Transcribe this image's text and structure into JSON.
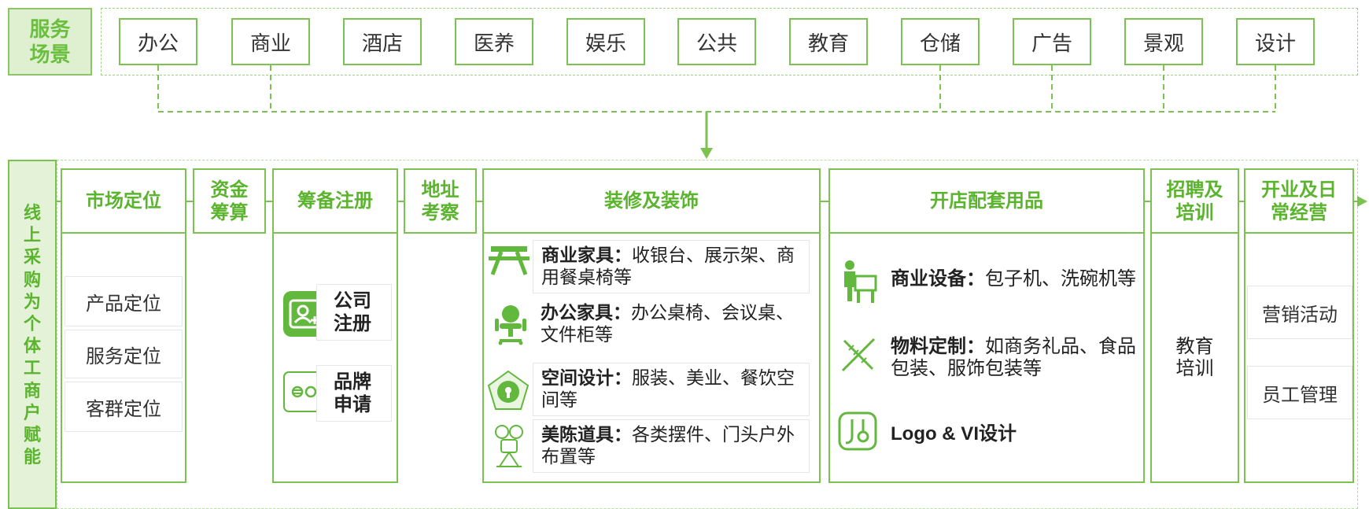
{
  "scenes": {
    "label": "服务场景",
    "items": [
      "办公",
      "商业",
      "酒店",
      "医养",
      "娱乐",
      "公共",
      "教育",
      "仓储",
      "广告",
      "景观",
      "设计"
    ]
  },
  "side_label": "线上采购为个体工商户赋能",
  "steps": {
    "market": "市场定位",
    "funding": "资金筹算",
    "prep": "筹备注册",
    "site": "地址考察",
    "decor": "装修及装饰",
    "supplies": "开店配套用品",
    "recruit": "招聘及培训",
    "ops": "开业及日常经营"
  },
  "market_items": [
    "产品定位",
    "服务定位",
    "客群定位"
  ],
  "prep_items": [
    "公司注册",
    "品牌申请"
  ],
  "decor_items": [
    {
      "title": "商业家具：",
      "text": "收银台、展示架、商用餐桌椅等"
    },
    {
      "title": "办公家具：",
      "text": "办公桌椅、会议桌、文件柜等"
    },
    {
      "title": "空间设计：",
      "text": "服装、美业、餐饮空间等"
    },
    {
      "title": "美陈道具：",
      "text": "各类摆件、门头户外布置等"
    }
  ],
  "supplies_items": [
    {
      "title": "商业设备：",
      "text": "包子机、洗碗机等"
    },
    {
      "title": "物料定制：",
      "text": "如商务礼品、食品包装、服饰包装等"
    },
    {
      "title": "Logo & VI设计",
      "text": ""
    }
  ],
  "recruit_item": "教育培训",
  "ops_items": [
    "营销活动",
    "员工管理"
  ],
  "colors": {
    "accent": "#6abf3f",
    "border": "#7cc250",
    "light": "#dff0d0"
  }
}
